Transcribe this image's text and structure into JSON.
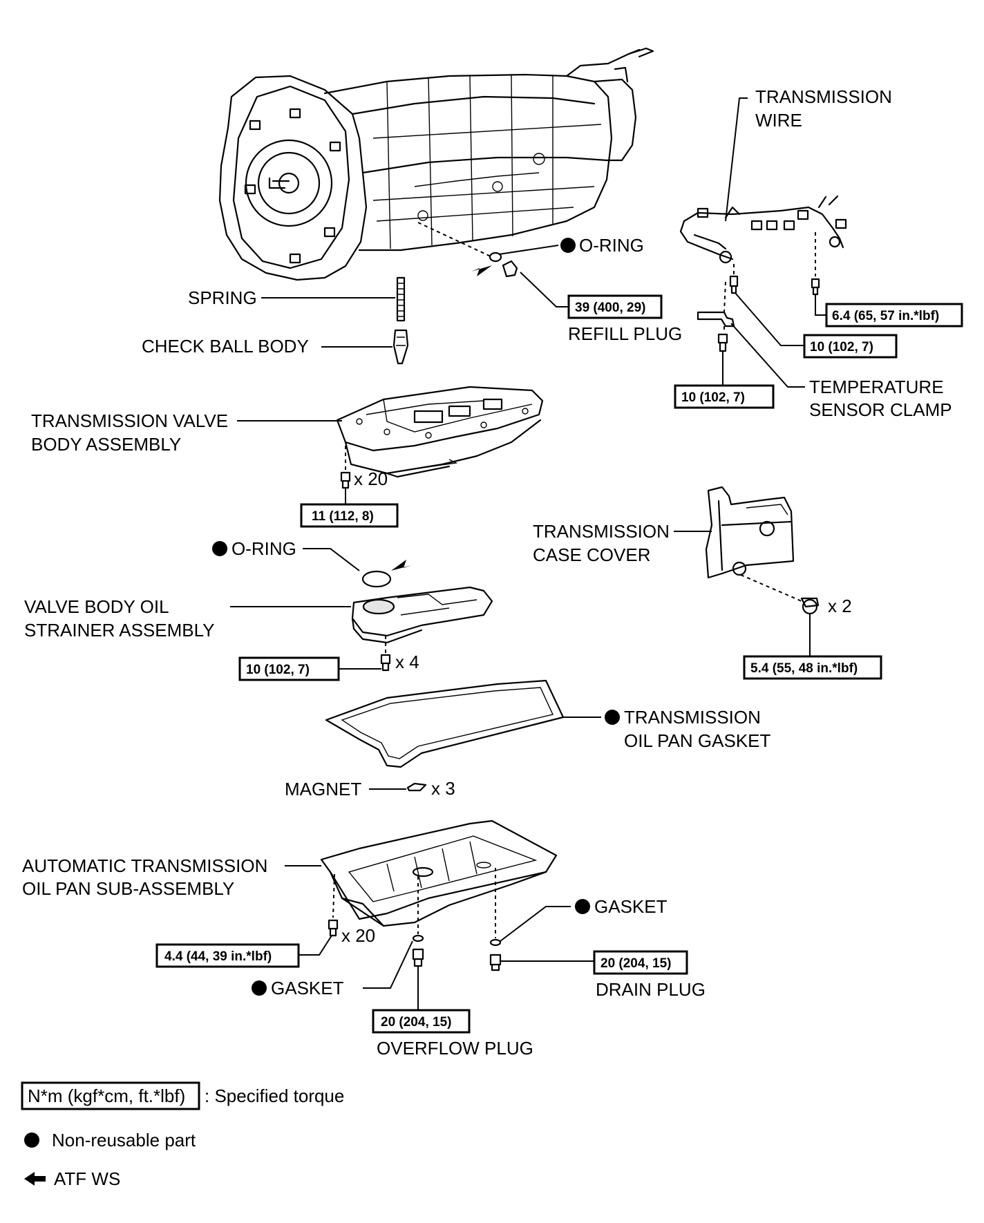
{
  "labels": {
    "transmission_wire": [
      "TRANSMISSION",
      "WIRE"
    ],
    "o_ring_top": "O-RING",
    "refill_plug": "REFILL PLUG",
    "spring": "SPRING",
    "check_ball_body": "CHECK BALL BODY",
    "temperature_sensor_clamp": [
      "TEMPERATURE",
      "SENSOR CLAMP"
    ],
    "valve_body_assembly": [
      "TRANSMISSION VALVE",
      "BODY ASSEMBLY"
    ],
    "valve_body_bolt_qty": "x 20",
    "case_cover": [
      "TRANSMISSION",
      "CASE COVER"
    ],
    "case_cover_bolt_qty": "x 2",
    "o_ring_strainer": "O-RING",
    "oil_strainer": [
      "VALVE BODY OIL",
      "STRAINER ASSEMBLY"
    ],
    "strainer_bolt_qty": "x 4",
    "oil_pan_gasket": [
      "TRANSMISSION",
      "OIL PAN GASKET"
    ],
    "magnet": "MAGNET",
    "magnet_qty": "x 3",
    "oil_pan": [
      "AUTOMATIC TRANSMISSION",
      "OIL PAN SUB-ASSEMBLY"
    ],
    "oil_pan_bolt_qty": "x 20",
    "gasket_drain": "GASKET",
    "gasket_overflow": "GASKET",
    "drain_plug": "DRAIN PLUG",
    "overflow_plug": "OVERFLOW PLUG"
  },
  "torques": {
    "refill_plug": "39 (400, 29)",
    "wire_bolt_right": "6.4 (65, 57 in.*lbf)",
    "wire_bolt_mid": "10 (102, 7)",
    "clamp_bolt": "10 (102, 7)",
    "valve_body_bolt": "11 (112, 8)",
    "case_cover_bolt": "5.4 (55, 48 in.*lbf)",
    "strainer_bolt": "10 (102, 7)",
    "oil_pan_bolt": "4.4 (44, 39 in.*lbf)",
    "drain_plug": "20 (204, 15)",
    "overflow_plug": "20 (204, 15)"
  },
  "legend": {
    "torque_unit": "N*m (kgf*cm, ft.*lbf)",
    "torque_desc": ": Specified torque",
    "non_reusable": "Non-reusable part",
    "atf": "ATF WS"
  }
}
